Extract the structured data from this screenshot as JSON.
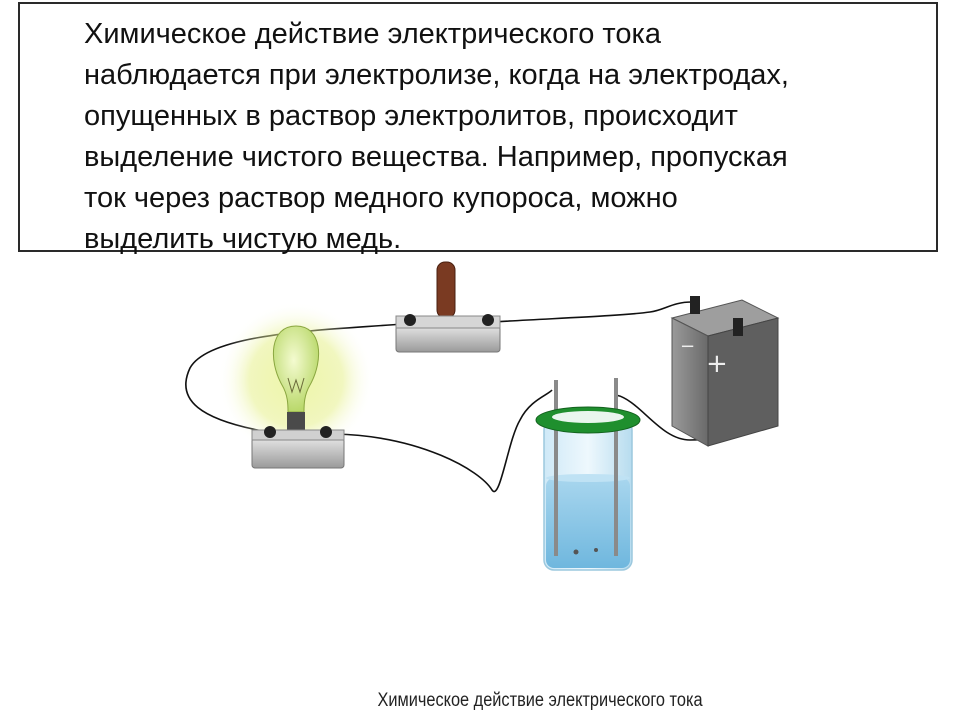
{
  "description": {
    "lines": [
      "Химическое действие электрического тока",
      "наблюдается при электролизе, когда на электродах,",
      "опущенных в раствор электролитов, происходит",
      "выделение чистого  вещества. Например, пропуская",
      "ток через раствор медного купороса, можно",
      "выделить чистую медь."
    ]
  },
  "battery": {
    "minus_sign": "−",
    "plus_sign": "+"
  },
  "caption": "Химическое действие электрического тока",
  "colors": {
    "liquid": "#9cd0ec",
    "ring": "#1f8f2e",
    "bulb_glow": "#e2f08a",
    "battery_body": "#8c8c8c",
    "handle": "#7a3a22"
  }
}
